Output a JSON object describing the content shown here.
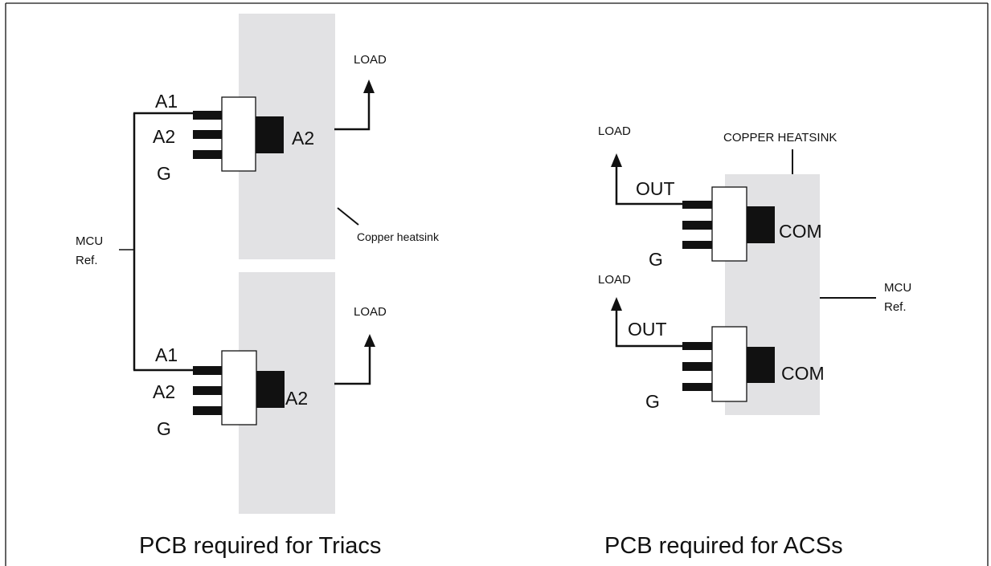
{
  "colors": {
    "heatsink": "#e2e2e4",
    "ink": "#111111",
    "package": "#ffffff"
  },
  "triac_side": {
    "caption": "PCB required for Triacs",
    "mcu_ref_line1": "MCU",
    "mcu_ref_line2": "Ref.",
    "heatsink_label": "Copper heatsink",
    "device1": {
      "pin1": "A1",
      "pin2": "A2",
      "pin3": "G",
      "tab": "A2",
      "load": "LOAD"
    },
    "device2": {
      "pin1": "A1",
      "pin2": "A2",
      "pin3": "G",
      "tab": "A2",
      "load": "LOAD"
    }
  },
  "acs_side": {
    "caption": "PCB required for ACSs",
    "heatsink_label": "COPPER HEATSINK",
    "mcu_ref_line1": "MCU",
    "mcu_ref_line2": "Ref.",
    "device1": {
      "out": "OUT",
      "gate": "G",
      "tab": "COM",
      "load": "LOAD"
    },
    "device2": {
      "out": "OUT",
      "gate": "G",
      "tab": "COM",
      "load": "LOAD"
    }
  }
}
